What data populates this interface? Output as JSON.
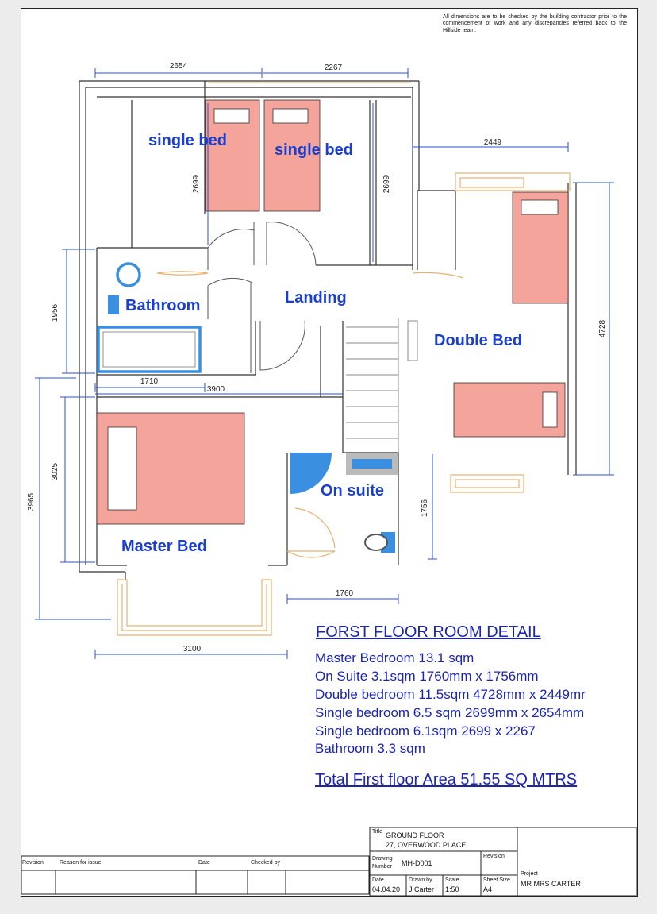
{
  "note": "All dimensions are to be checked by the building contractor prior to the commencement of work and any discrepancies referred back to the Hillside team.",
  "dimensions": {
    "top_left_width": "2654",
    "top_right_width": "2267",
    "double_width": "2449",
    "single_left_height": "2699",
    "single_right_height": "2699",
    "bath_height": "1956",
    "bath_width": "1710",
    "mid_width": "3900",
    "master_height_a": "3025",
    "master_height_b": "3965",
    "ensuite_height": "1756",
    "ensuite_width": "1760",
    "double_height": "4728",
    "bottom_width": "3100"
  },
  "rooms": {
    "single1": "single bed",
    "single2": "single bed",
    "bathroom": "Bathroom",
    "landing": "Landing",
    "double": "Double Bed",
    "ensuite": "On suite",
    "master": "Master Bed"
  },
  "detail": {
    "title": "FORST FLOOR ROOM DETAIL",
    "lines": [
      "Master Bedroom 13.1 sqm",
      "On Suite 3.1sqm 1760mm x 1756mm",
      "Double bedroom 11.5sqm 4728mm x 2449mr",
      "Single bedroom 6.5 sqm 2699mm x 2654mm",
      "Single bedroom 6.1sqm 2699 x 2267",
      "Bathroom 3.3 sqm"
    ],
    "total": "Total First floor Area  51.55 SQ MTRS"
  },
  "revision_table": {
    "headers": [
      "Revision",
      "Reason for issue",
      "Date",
      "Checked by"
    ]
  },
  "title_block": {
    "title_label": "Title",
    "title_line1": "GROUND FLOOR",
    "title_line2": "27, OVERWOOD PLACE",
    "drawing_label_1": "Drawing",
    "drawing_label_2": "Number",
    "drawing_number": "MH-D001",
    "revision_label": "Revision",
    "date_label": "Date",
    "date": "04.04.20",
    "drawn_by_label": "Drawn by",
    "drawn_by": "J Carter",
    "scale_label": "Scale",
    "scale": "1:50",
    "sheet_size_label": "Sheet Size",
    "sheet_size": "A4",
    "project_label": "Project",
    "project": "MR MRS CARTER"
  },
  "colors": {
    "bed": "#f4a49a",
    "bath_blue": "#3b8fe0",
    "room_text": "#1a3fd0",
    "dim_line": "#2a4fd8",
    "window": "#e8b070"
  }
}
